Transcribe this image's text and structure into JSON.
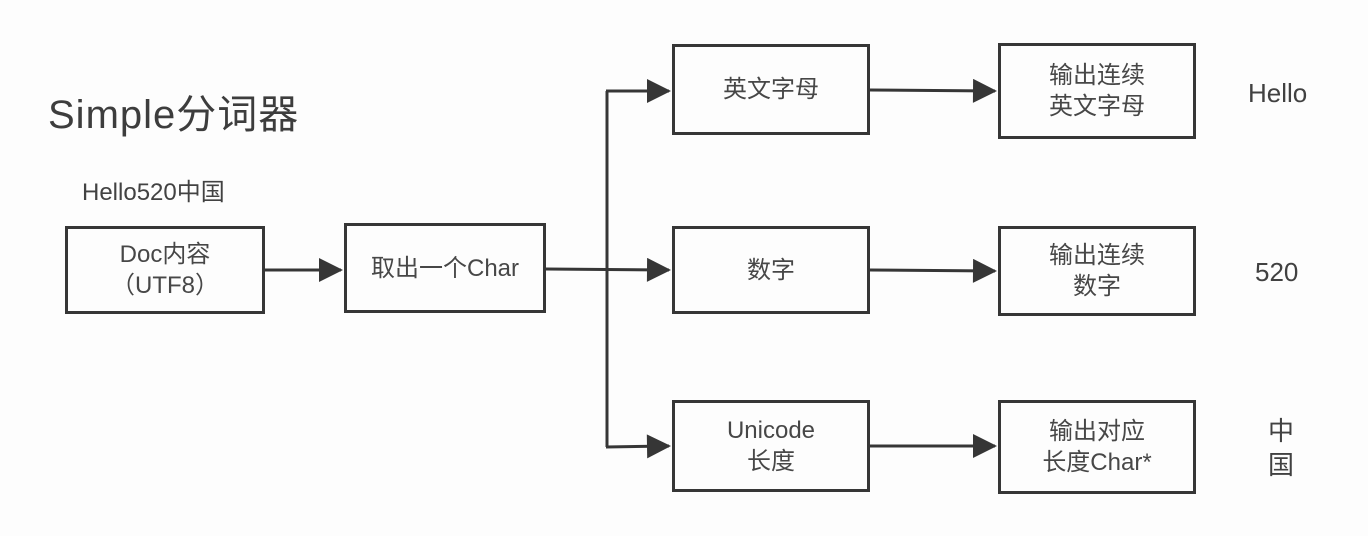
{
  "diagram": {
    "title": "Simple分词器",
    "input_example": "Hello520中国",
    "nodes": {
      "doc": {
        "line1": "Doc内容",
        "line2": "（UTF8）"
      },
      "char": {
        "line1": "取出一个Char"
      },
      "english": {
        "line1": "英文字母"
      },
      "out_english": {
        "line1": "输出连续",
        "line2": "英文字母"
      },
      "digit": {
        "line1": "数字"
      },
      "out_digit": {
        "line1": "输出连续",
        "line2": "数字"
      },
      "unicode": {
        "line1": "Unicode",
        "line2": "长度"
      },
      "out_unicode": {
        "line1": "输出对应",
        "line2": "长度Char*"
      }
    },
    "results": {
      "english": "Hello",
      "digit": "520",
      "unicode_line1": "中",
      "unicode_line2": "国"
    },
    "colors": {
      "line": "#363636",
      "border": "#363636",
      "text": "#474747",
      "background": "#fdfdfd"
    }
  }
}
